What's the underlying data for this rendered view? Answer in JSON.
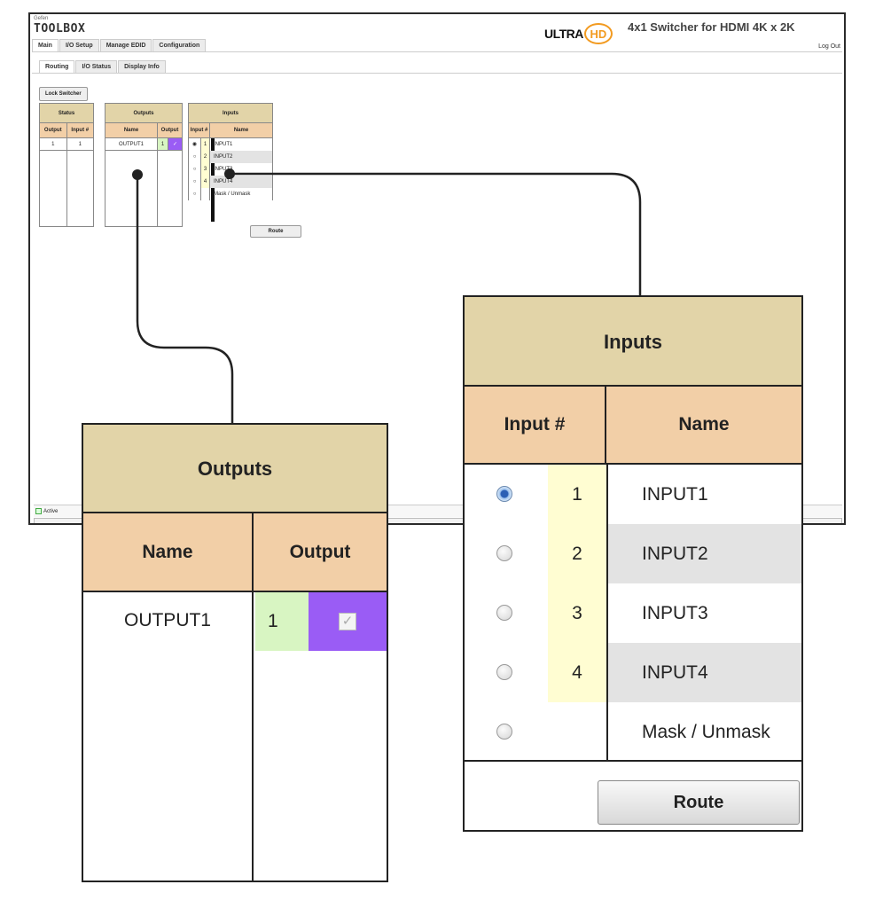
{
  "header": {
    "brand_small": "Gefen",
    "brand": "TOOLBOX",
    "ultra": "ULTRA",
    "hd": "HD",
    "title": "4x1 Switcher for HDMI 4K x 2K",
    "logout": "Log Out"
  },
  "main_tabs": [
    "Main",
    "I/O Setup",
    "Manage EDID",
    "Configuration"
  ],
  "sub_tabs": [
    "Routing",
    "I/O Status",
    "Display Info"
  ],
  "lock_button": "Lock Switcher",
  "status_table": {
    "title": "Status",
    "headers": [
      "Output",
      "Input #"
    ],
    "row": [
      "1",
      "1"
    ]
  },
  "outputs": {
    "title": "Outputs",
    "headers": [
      "Name",
      "Output"
    ],
    "name": "OUTPUT1",
    "number": "1",
    "checked": true,
    "check_glyph": "✓"
  },
  "inputs": {
    "title": "Inputs",
    "headers": [
      "Input #",
      "Name"
    ],
    "rows": [
      {
        "num": "1",
        "name": "INPUT1",
        "selected": true
      },
      {
        "num": "2",
        "name": "INPUT2",
        "selected": false
      },
      {
        "num": "3",
        "name": "INPUT3",
        "selected": false
      },
      {
        "num": "4",
        "name": "INPUT4",
        "selected": false
      },
      {
        "num": "",
        "name": "Mask / Unmask",
        "selected": false
      }
    ],
    "route_button": "Route"
  },
  "footer": {
    "active_label": "Active"
  },
  "colors": {
    "title_bg": "#e2d4a8",
    "header_bg": "#f2cfa7",
    "output_num_bg": "#d8f5c2",
    "output_check_bg": "#9a5cf5",
    "input_num_bg": "#fffdd2",
    "input_alt_row_bg": "#e3e3e3",
    "hd_accent": "#f29a1f"
  }
}
